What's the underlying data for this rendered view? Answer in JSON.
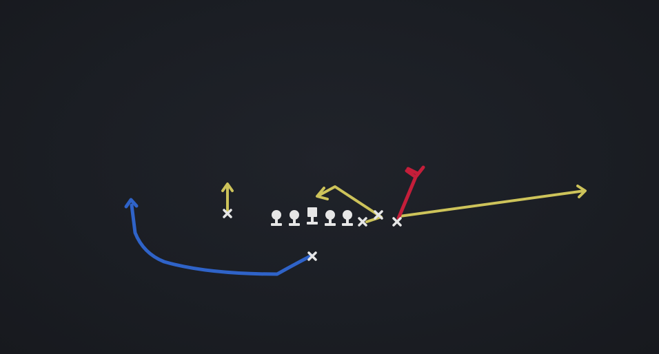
{
  "colors": {
    "background": "#1c1f25",
    "player": "#e6e6e6",
    "yellow_route": "#cdc35a",
    "blue_route": "#2f63c8",
    "red_route": "#c41e3a"
  },
  "icons": {
    "lineman": "lineman-icon",
    "center": "center-icon",
    "receiver": "x-marker-icon",
    "arrow": "arrow-head-icon"
  },
  "players": {
    "linemen_count": 5,
    "receivers_count": 5
  },
  "routes": [
    {
      "name": "slot-vertical",
      "color": "yellow_route",
      "style": "short vertical stem"
    },
    {
      "name": "tight-end-out",
      "color": "yellow_route",
      "style": "in-breaking angle back over ball"
    },
    {
      "name": "flanker-go",
      "color": "yellow_route",
      "style": "long diagonal to right sideline"
    },
    {
      "name": "back-wheel",
      "color": "blue_route",
      "style": "swing to left, up sideline"
    },
    {
      "name": "block-kickout",
      "color": "red_route",
      "style": "short block release"
    }
  ]
}
